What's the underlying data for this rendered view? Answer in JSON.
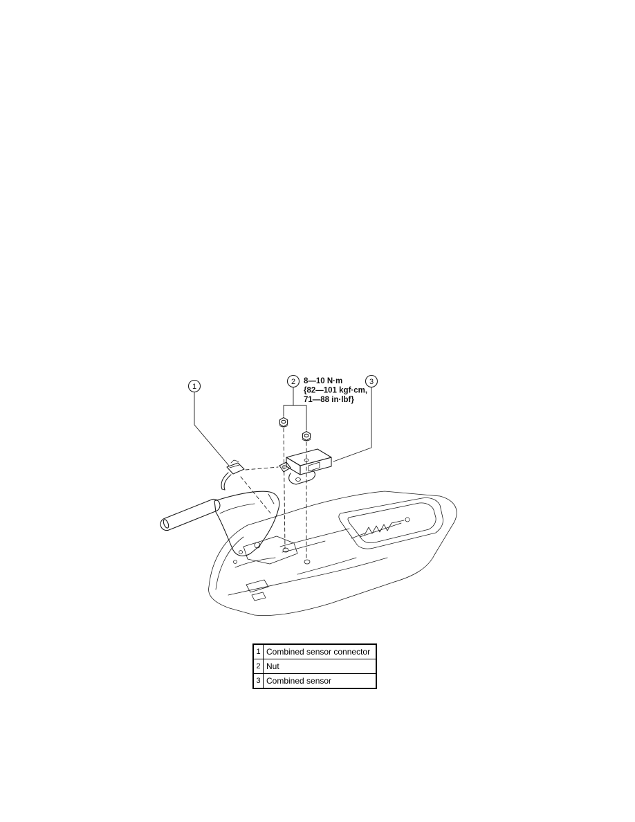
{
  "page": {
    "background": "#ffffff",
    "line_color": "#1c1c1c"
  },
  "diagram": {
    "torque_note": {
      "line1": "8—10 N·m",
      "line2": "{82—101 kgf·cm,",
      "line3": "71—88 in·lbf}"
    },
    "callouts": [
      {
        "n": "1"
      },
      {
        "n": "2"
      },
      {
        "n": "3"
      }
    ]
  },
  "legend": {
    "rows": [
      {
        "num": "1",
        "label": "Combined sensor connector"
      },
      {
        "num": "2",
        "label": "Nut"
      },
      {
        "num": "3",
        "label": "Combined sensor"
      }
    ]
  }
}
